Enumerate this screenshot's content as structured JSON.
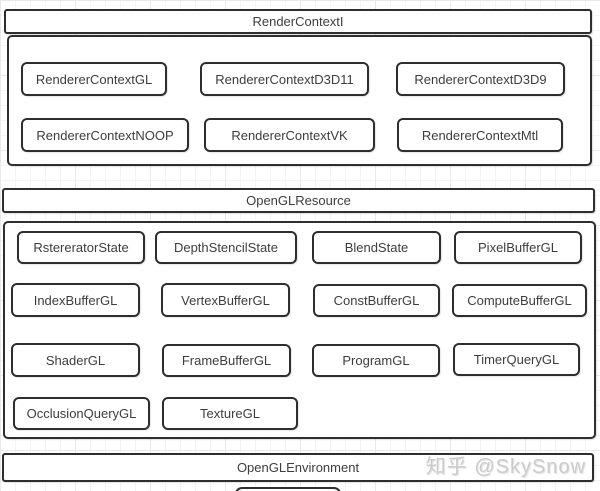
{
  "diagram": {
    "sections": [
      {
        "title": "RenderContextI",
        "items": [
          "RendererContextGL",
          "RendererContextD3D11",
          "RendererContextD3D9",
          "RendererContextNOOP",
          "RendererContextVK",
          "RendererContextMtl"
        ]
      },
      {
        "title": "OpenGLResource",
        "items": [
          "RstereratorState",
          "DepthStencilState",
          "BlendState",
          "PixelBufferGL",
          "IndexBufferGL",
          "VertexBufferGL",
          "ConstBufferGL",
          "ComputeBufferGL",
          "ShaderGL",
          "FrameBufferGL",
          "ProgramGL",
          "TimerQueryGL",
          "OcclusionQueryGL",
          "TextureGL"
        ]
      },
      {
        "title": "OpenGLEnvironment",
        "items": []
      }
    ]
  },
  "watermark": {
    "text": "知乎 @SkySnow"
  },
  "colors": {
    "node_border": "#2e2e2e",
    "node_text": "#3d3d3d",
    "background": "#ffffff",
    "grid_minor": "#f5f4f4",
    "grid_major": "#e9e9e9",
    "watermark": "#cbcbcb"
  }
}
